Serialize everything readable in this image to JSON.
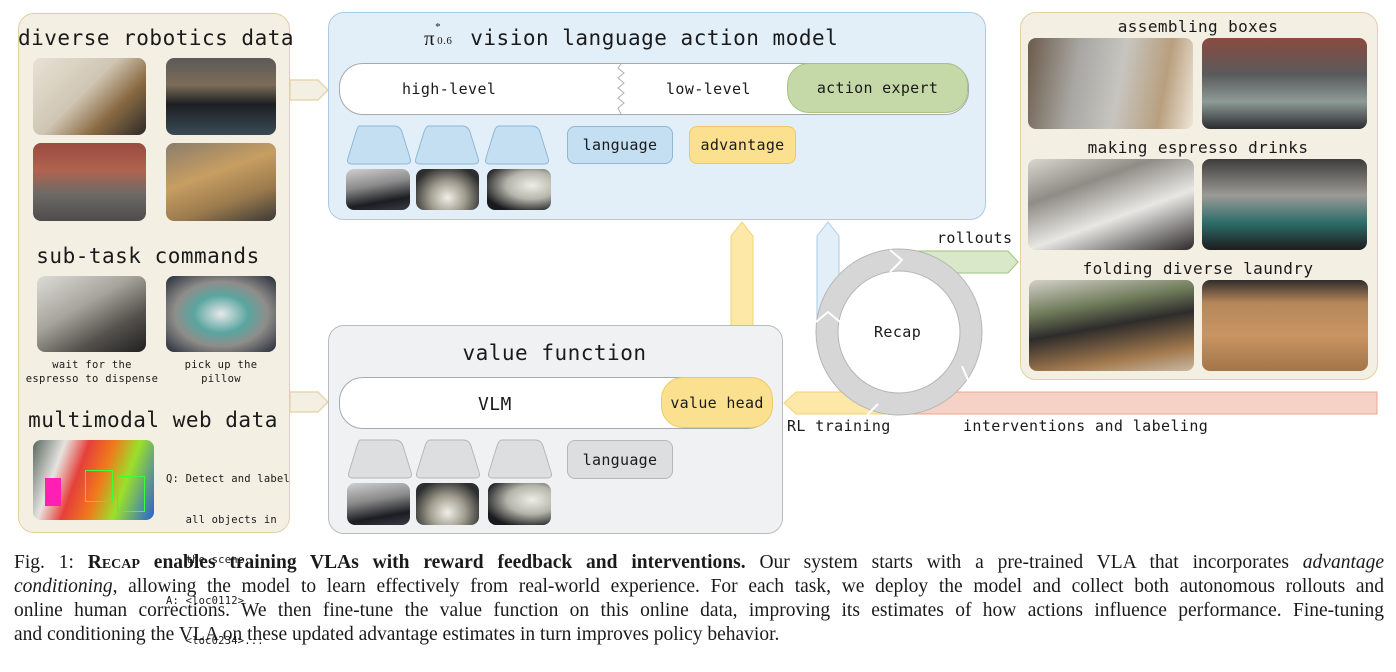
{
  "left_panel": {
    "robotics": {
      "title": "diverse robotics data",
      "photos": [
        "robot arm making bed",
        "robot arms on table with plant",
        "bimanual arms by brick wall",
        "robot arms folding cloth on table"
      ]
    },
    "subtask": {
      "title": "sub-task commands",
      "items": [
        {
          "photo": "robot at espresso machine",
          "caption_lines": [
            "wait for the",
            "espresso to dispense"
          ]
        },
        {
          "photo": "fisheye view of bed with pillow",
          "caption_lines": [
            "pick up the",
            "pillow"
          ]
        }
      ]
    },
    "web": {
      "title": "multimodal web data",
      "photo": "living room with object detection boxes",
      "qa_lines": [
        "Q: Detect and label",
        "   all objects in",
        "   the scene.",
        "A: <loc0112>",
        "   <loc0234>..."
      ]
    }
  },
  "vla_panel": {
    "title_symbol": "π",
    "title_sup": "*",
    "title_sub": "0.6",
    "title_text": "vision language action model",
    "bar": {
      "high_level": "high-level",
      "low_level": "low-level",
      "action_expert": "action expert"
    },
    "tokens": {
      "language": "language",
      "advantage": "advantage"
    },
    "camera_views": 3
  },
  "value_panel": {
    "title": "value function",
    "bar": {
      "vlm": "VLM",
      "value_head": "value head"
    },
    "tokens": {
      "language": "language"
    },
    "camera_views": 3
  },
  "cycle": {
    "center_label": "Recap",
    "rollouts_label": "rollouts",
    "rl_training_label": "RL training",
    "interventions_label": "interventions and labeling"
  },
  "tasks_panel": {
    "tasks": [
      {
        "title": "assembling boxes",
        "photos": [
          "overhead box assembly",
          "arms holding box by brick wall"
        ]
      },
      {
        "title": "making espresso drinks",
        "photos": [
          "robot at espresso counter",
          "pouring milk into cup"
        ]
      },
      {
        "title": "folding diverse laundry",
        "photos": [
          "robot folding clothes in living room",
          "overhead bimanual folding"
        ]
      }
    ]
  },
  "colors": {
    "beige_panel": "#f4efe3",
    "blue_panel": "#e2eff9",
    "gray_panel": "#f0f1f2",
    "action_expert_green": "#c5d9a8",
    "advantage_yellow": "#fbe08f",
    "language_blue": "#c4dff2",
    "interventions_red": "#f6d2c6",
    "rollouts_green": "#d8e8c8"
  },
  "caption": {
    "fig_label": "Fig. 1:",
    "bold_sc": "Recap",
    "bold_rest": "enables training VLAs with reward feedback and interventions.",
    "line1_rest": "Our system starts with a pre-trained VLA that incorporates",
    "line1_italic": "advantage",
    "line2_italic": "conditioning",
    "line2_rest": ", allowing the model to learn effectively from real-world experience. For each task, we deploy the model and collect both autonomous rollouts and",
    "line3": "online human corrections. We then fine-tune the value function on this online data, improving its estimates of how actions influence performance. Fine-tuning",
    "line4": "and conditioning the VLA on these updated advantage estimates in turn improves policy behavior."
  }
}
